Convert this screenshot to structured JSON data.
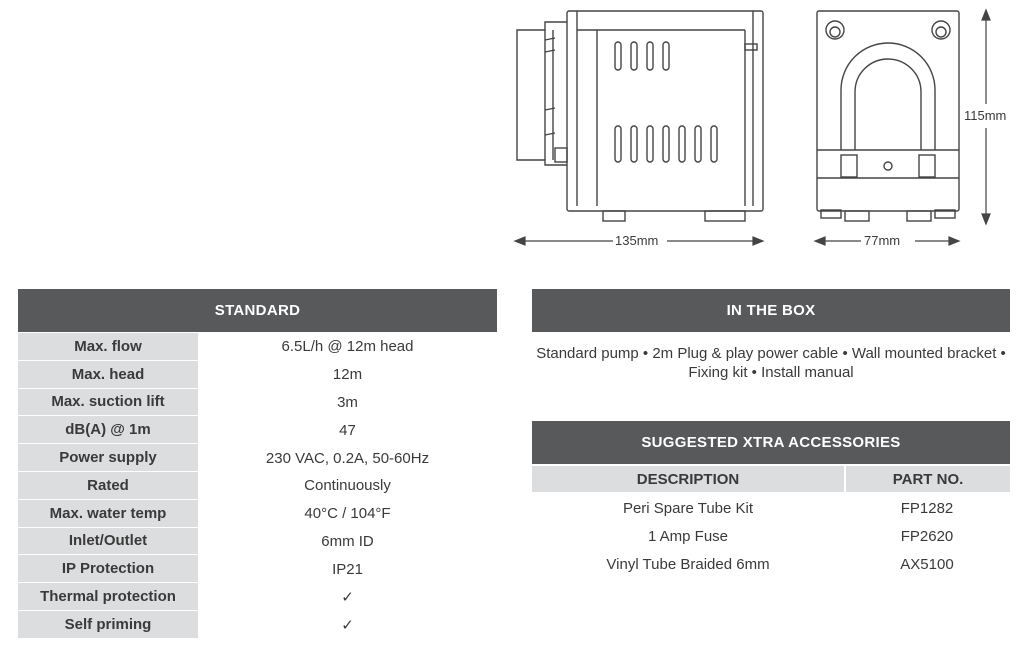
{
  "dimensions": {
    "width_side": "135mm",
    "width_front": "77mm",
    "height": "115mm"
  },
  "standard": {
    "title": "STANDARD",
    "rows": [
      {
        "label": "Max. flow",
        "value": "6.5L/h @ 12m head"
      },
      {
        "label": "Max. head",
        "value": "12m"
      },
      {
        "label": "Max. suction lift",
        "value": "3m"
      },
      {
        "label": "dB(A) @ 1m",
        "value": "47"
      },
      {
        "label": "Power supply",
        "value": "230 VAC, 0.2A, 50-60Hz"
      },
      {
        "label": "Rated",
        "value": "Continuously"
      },
      {
        "label": "Max. water temp",
        "value": "40°C / 104°F"
      },
      {
        "label": "Inlet/Outlet",
        "value": "6mm ID"
      },
      {
        "label": "IP Protection",
        "value": "IP21"
      },
      {
        "label": "Thermal protection",
        "value": "✓"
      },
      {
        "label": "Self priming",
        "value": "✓"
      }
    ]
  },
  "in_the_box": {
    "title": "IN THE BOX",
    "text": "Standard pump • 2m Plug & play power cable • Wall mounted bracket • Fixing kit • Install manual"
  },
  "accessories": {
    "title": "SUGGESTED XTRA ACCESSORIES",
    "col_description": "DESCRIPTION",
    "col_part": "PART NO.",
    "rows": [
      {
        "description": "Peri Spare Tube Kit",
        "part": "FP1282"
      },
      {
        "description": "1 Amp Fuse",
        "part": "FP2620"
      },
      {
        "description": "Vinyl Tube Braided 6mm",
        "part": "AX5100"
      }
    ]
  }
}
